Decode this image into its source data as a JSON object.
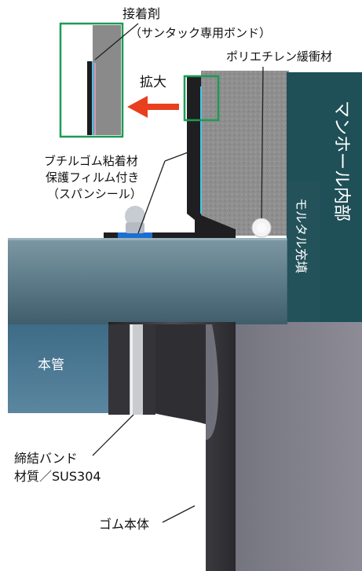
{
  "labels": {
    "adhesive": "接着剤",
    "adhesive_product": "（サンタック専用ボンド）",
    "polyethylene_cushion": "ポリエチレン緩衝材",
    "enlarge": "拡大",
    "butyl_tape_1": "ブチルゴム粘着材",
    "butyl_tape_2": "保護フィルム付き",
    "butyl_tape_3": "（スパンシール）",
    "manhole_interior": "マンホール内部",
    "mortar_fill": "モルタル充填",
    "main_pipe": "本管",
    "band_1": "締結バンド",
    "band_2": "材質／SUS304",
    "rubber_body": "ゴム本体"
  },
  "colors": {
    "callout_frame": "#1e9a55",
    "arrow": "#e8401e",
    "manhole_wall": "#1f4f57",
    "concrete": "#8c8c8c",
    "pipe": "#5f7e8c",
    "rubber": "#3a3a3d"
  }
}
